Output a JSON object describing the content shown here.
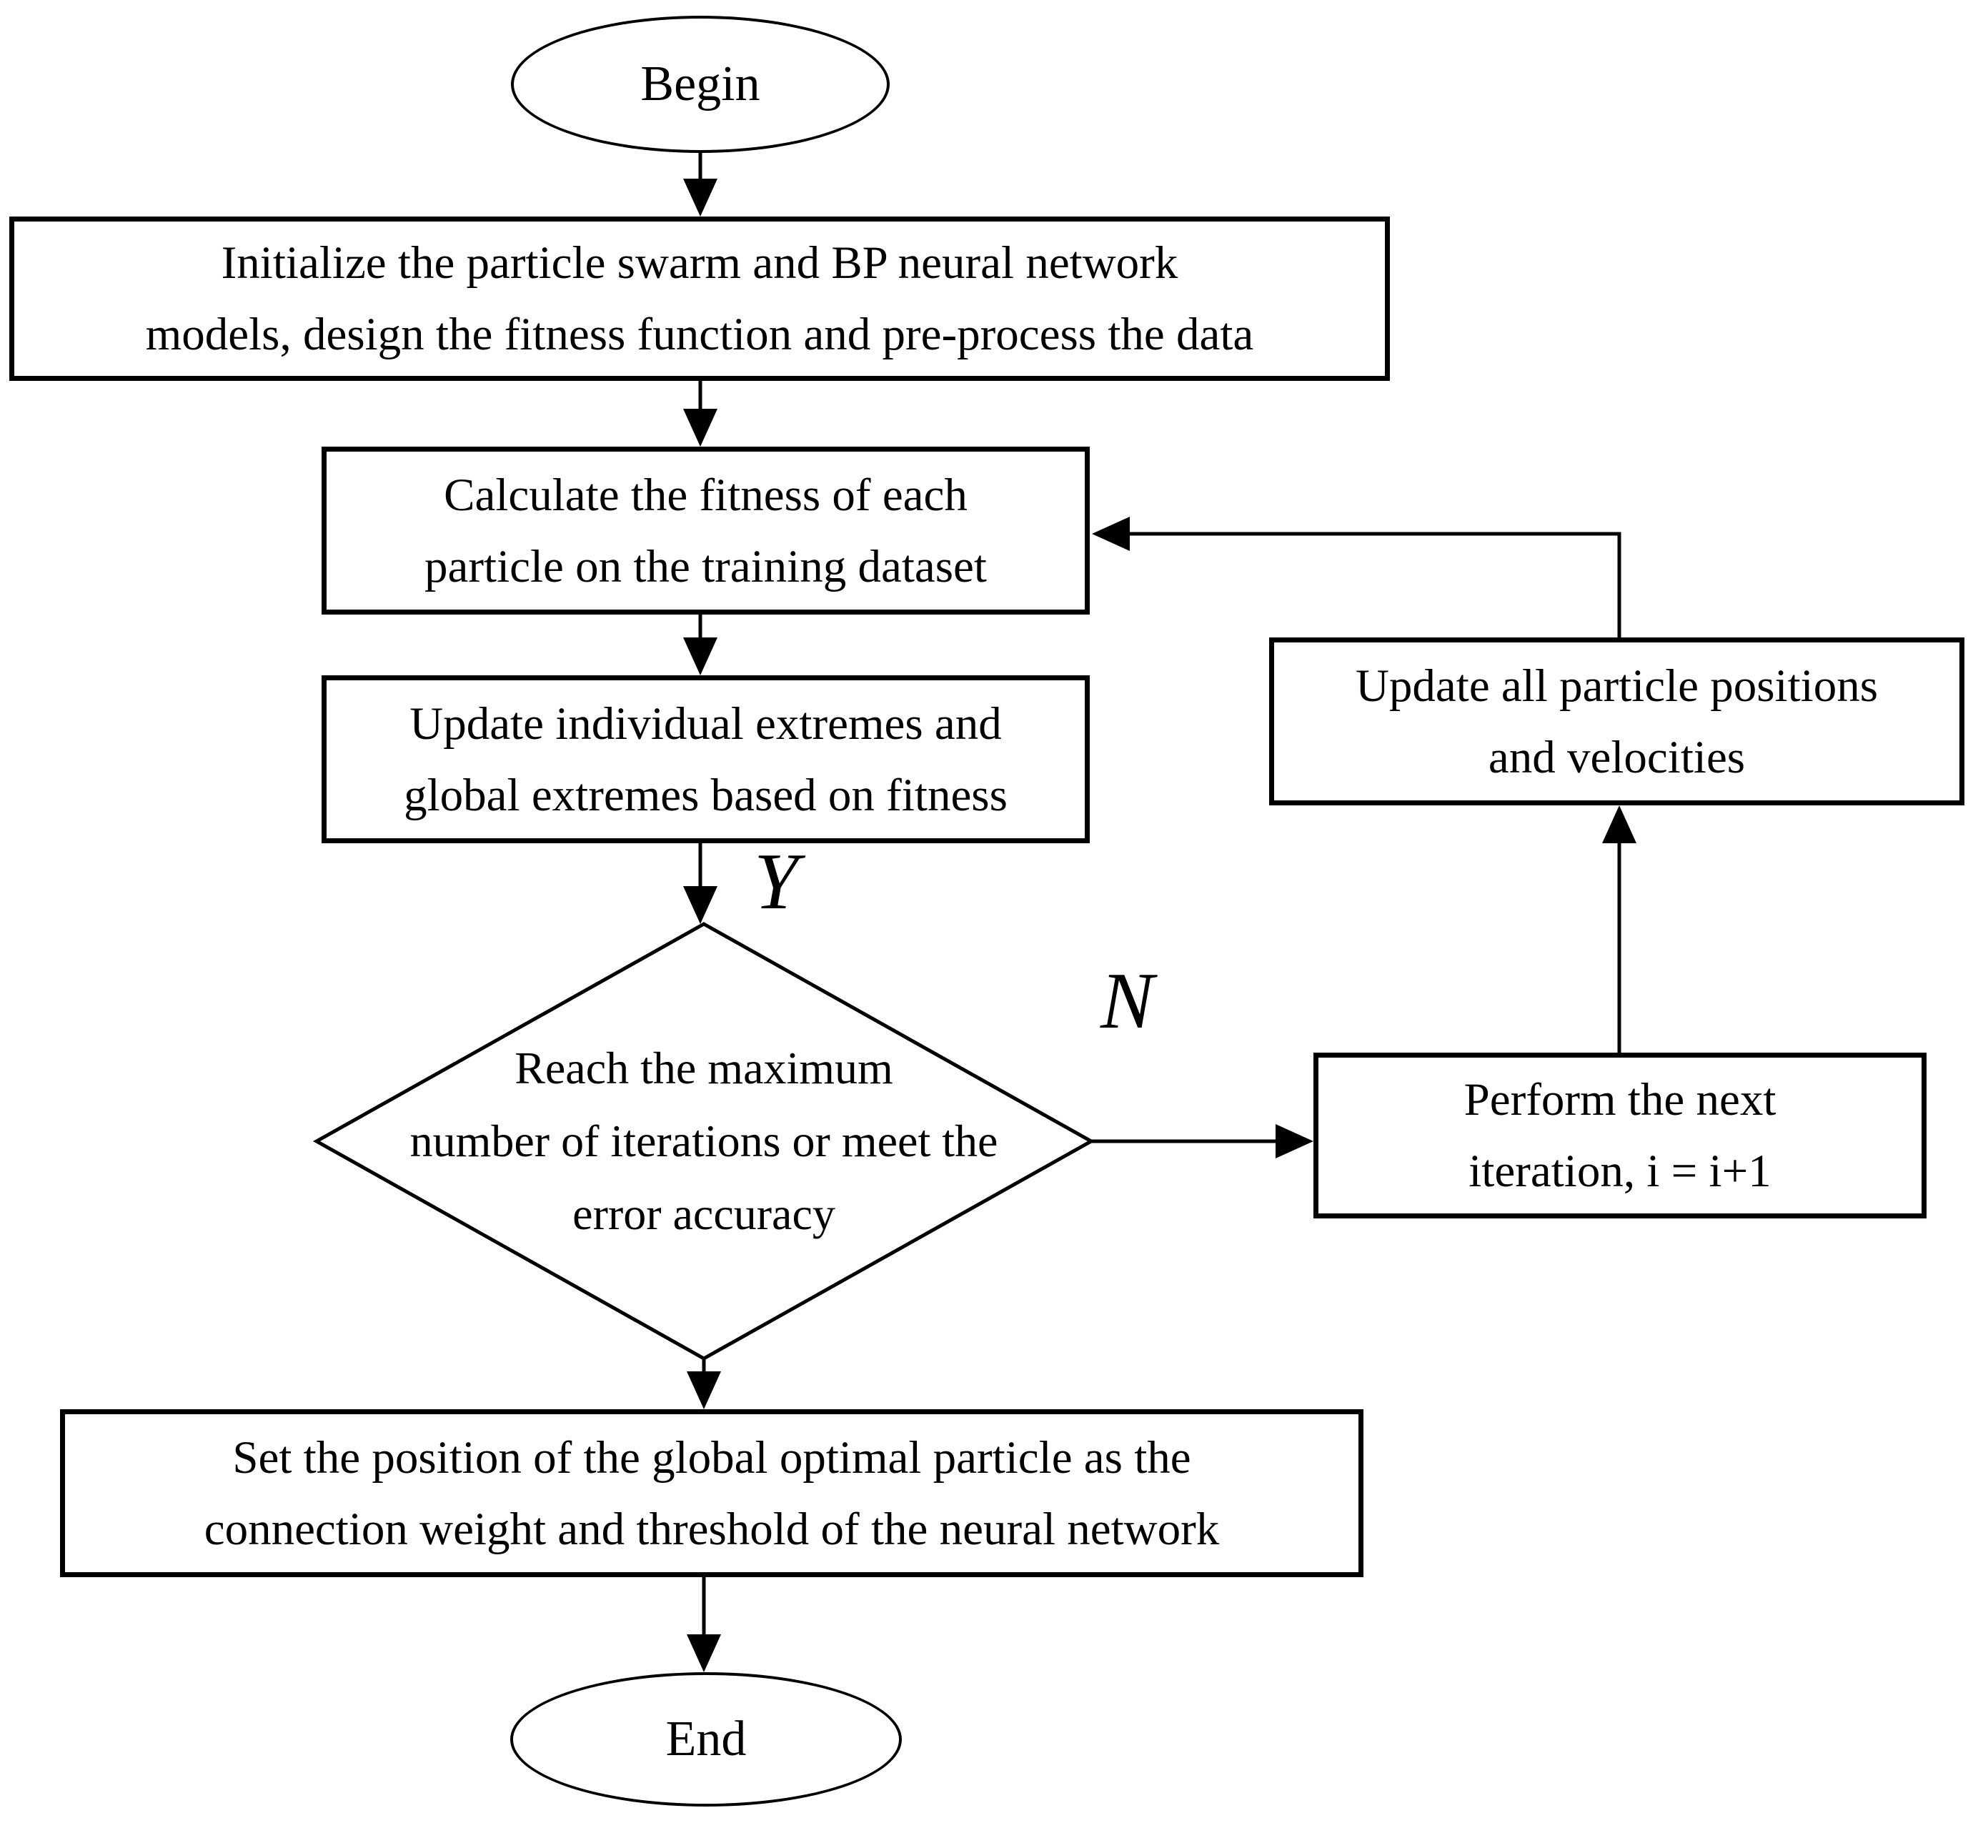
{
  "colors": {
    "stroke": "#000000",
    "background": "#ffffff",
    "text": "#000000"
  },
  "nodes": {
    "begin": {
      "type": "terminator",
      "label": "Begin"
    },
    "initialize": {
      "type": "process",
      "lines": [
        "Initialize the particle swarm and BP neural network",
        "models, design the fitness function and pre-process the data"
      ]
    },
    "calculate_fitness": {
      "type": "process",
      "lines": [
        "Calculate the fitness of each",
        "particle on the training dataset"
      ]
    },
    "update_extremes": {
      "type": "process",
      "lines": [
        "Update individual extremes and",
        "global extremes based on fitness"
      ]
    },
    "termination_check": {
      "type": "decision",
      "lines": [
        "Reach the maximum",
        "number of iterations or meet the",
        "error accuracy"
      ]
    },
    "set_position": {
      "type": "process",
      "lines": [
        "Set the position of the global optimal particle as the",
        "connection weight and threshold of the neural network"
      ]
    },
    "end": {
      "type": "terminator",
      "label": "End"
    },
    "next_iteration": {
      "type": "process",
      "lines": [
        "Perform the next",
        "iteration, i = i+1"
      ]
    },
    "update_particles": {
      "type": "process",
      "lines": [
        "Update all particle positions",
        "and velocities"
      ]
    }
  },
  "edge_labels": {
    "yes": "Y",
    "no": "N"
  }
}
